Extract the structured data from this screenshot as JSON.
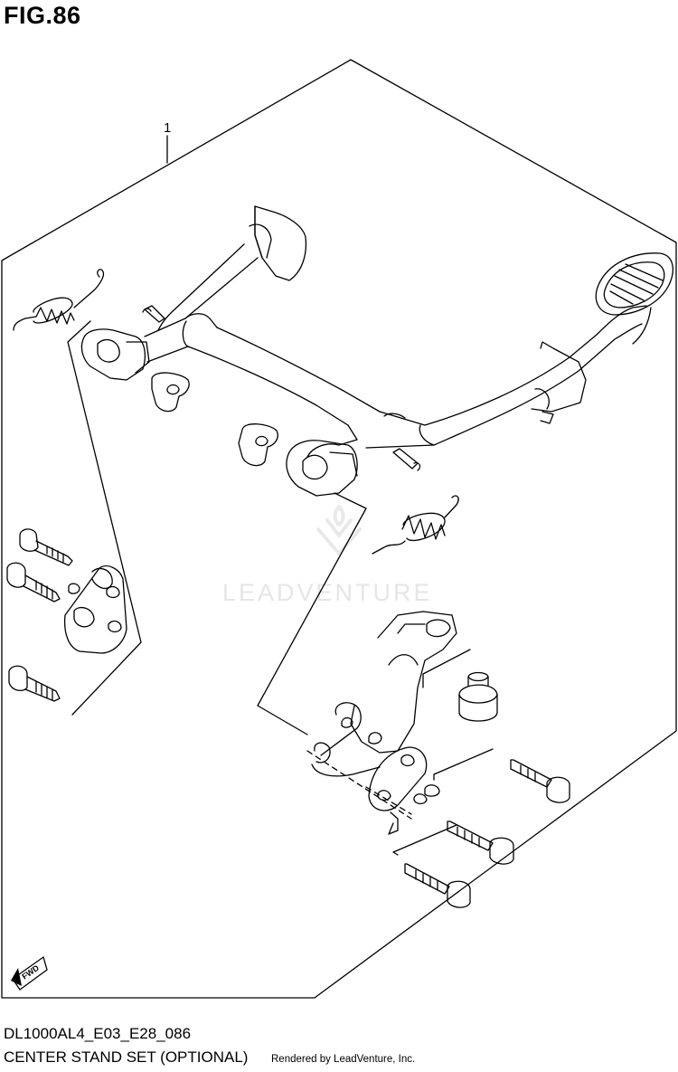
{
  "figure": {
    "title": "FIG.86",
    "callouts": [
      {
        "label": "1"
      }
    ],
    "fwd_label": "FWD"
  },
  "watermark": {
    "text": "LEADVENTURE"
  },
  "footer": {
    "code": "DL1000AL4_E03_E28_086",
    "name": "CENTER STAND SET (OPTIONAL)",
    "credit": "Rendered by LeadVenture, Inc."
  },
  "colors": {
    "line": "#000000",
    "watermark": "#e6e6e6",
    "background": "#ffffff"
  }
}
